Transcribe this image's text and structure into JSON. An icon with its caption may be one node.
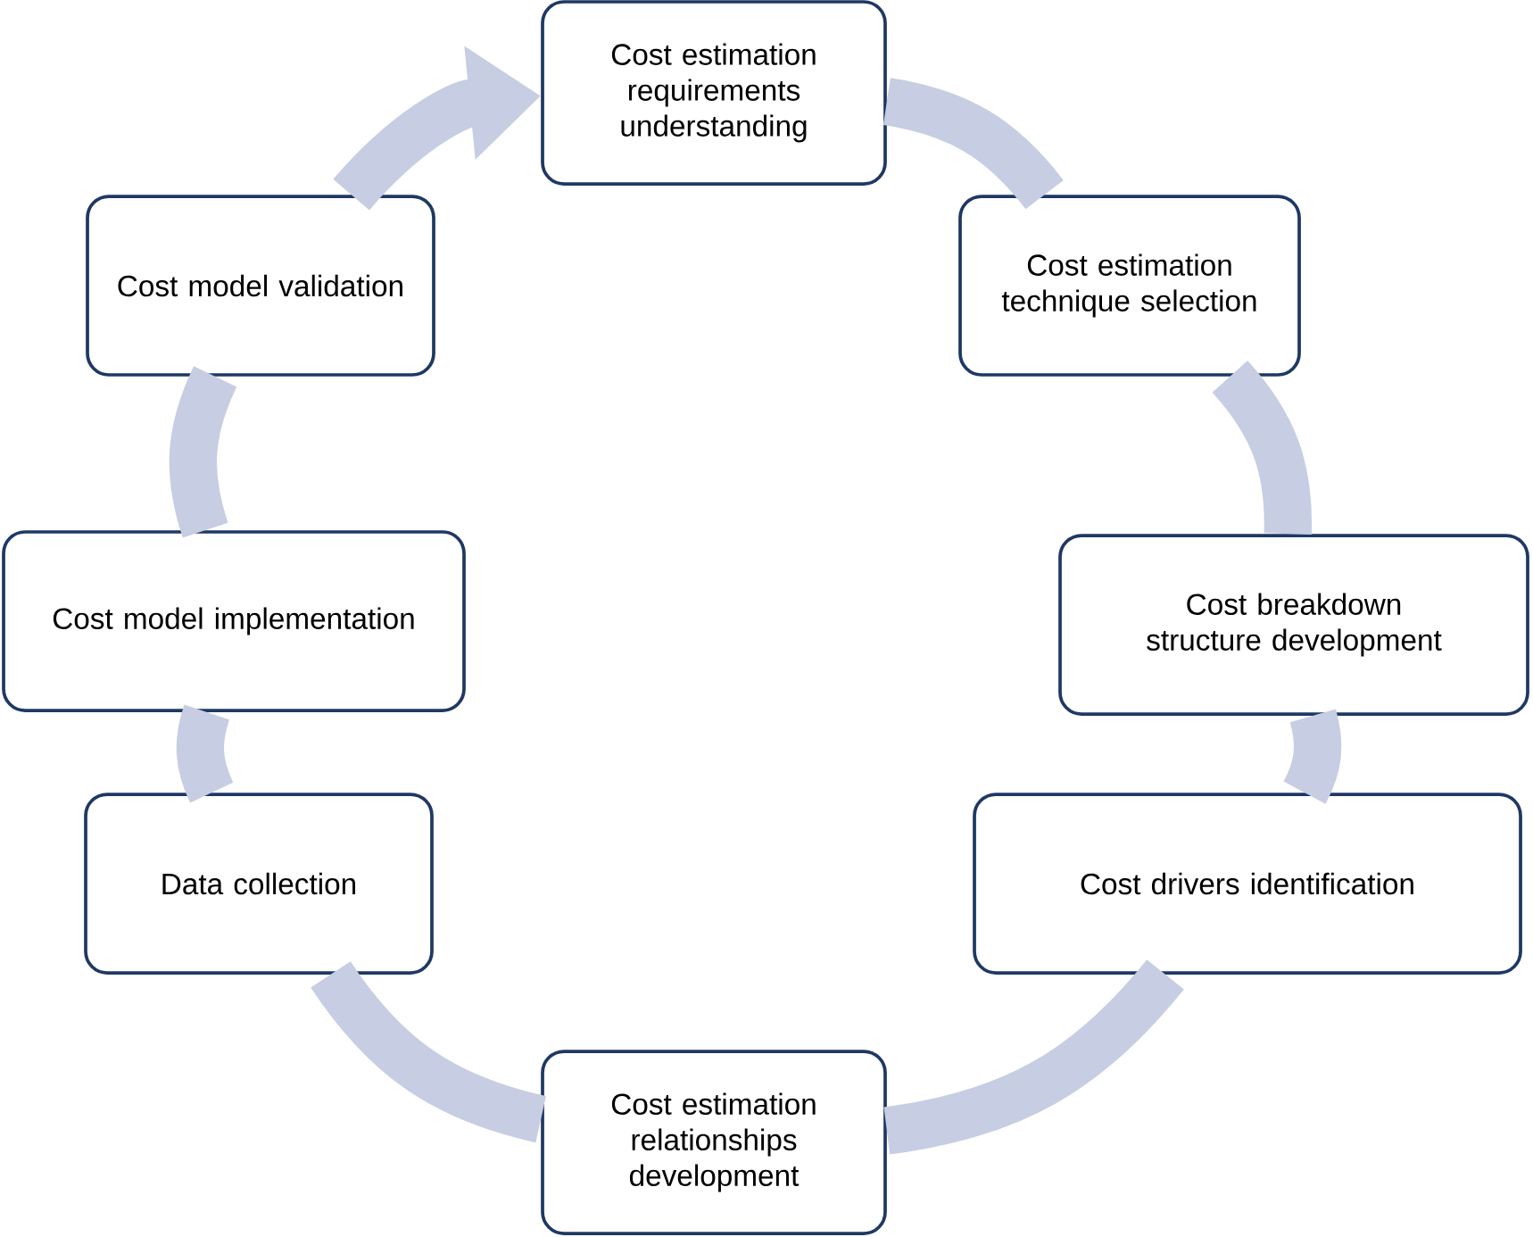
{
  "diagram": {
    "nodes": [
      {
        "text": [
          "Cost estimation requirements understanding"
        ]
      },
      {
        "text": [
          "Cost estimation technique selection"
        ]
      },
      {
        "text": [
          "Cost breakdown structure development"
        ]
      },
      {
        "text": [
          "Cost drivers identification"
        ]
      },
      {
        "text": [
          "Cost estimation relationships development"
        ]
      },
      {
        "text": [
          "Data collection"
        ]
      },
      {
        "text": [
          "Cost model implementation"
        ]
      },
      {
        "text": [
          "Cost model validation"
        ]
      }
    ],
    "edges": [
      {
        "from": 0,
        "to": 1,
        "arrow": "none"
      },
      {
        "from": 1,
        "to": 2,
        "arrow": "none"
      },
      {
        "from": 2,
        "to": 3,
        "arrow": "none"
      },
      {
        "from": 3,
        "to": 4,
        "arrow": "none"
      },
      {
        "from": 4,
        "to": 5,
        "arrow": "none"
      },
      {
        "from": 5,
        "to": 6,
        "arrow": "none"
      },
      {
        "from": 6,
        "to": 7,
        "arrow": "none"
      },
      {
        "from": 7,
        "to": 0,
        "arrow": "to"
      }
    ]
  }
}
